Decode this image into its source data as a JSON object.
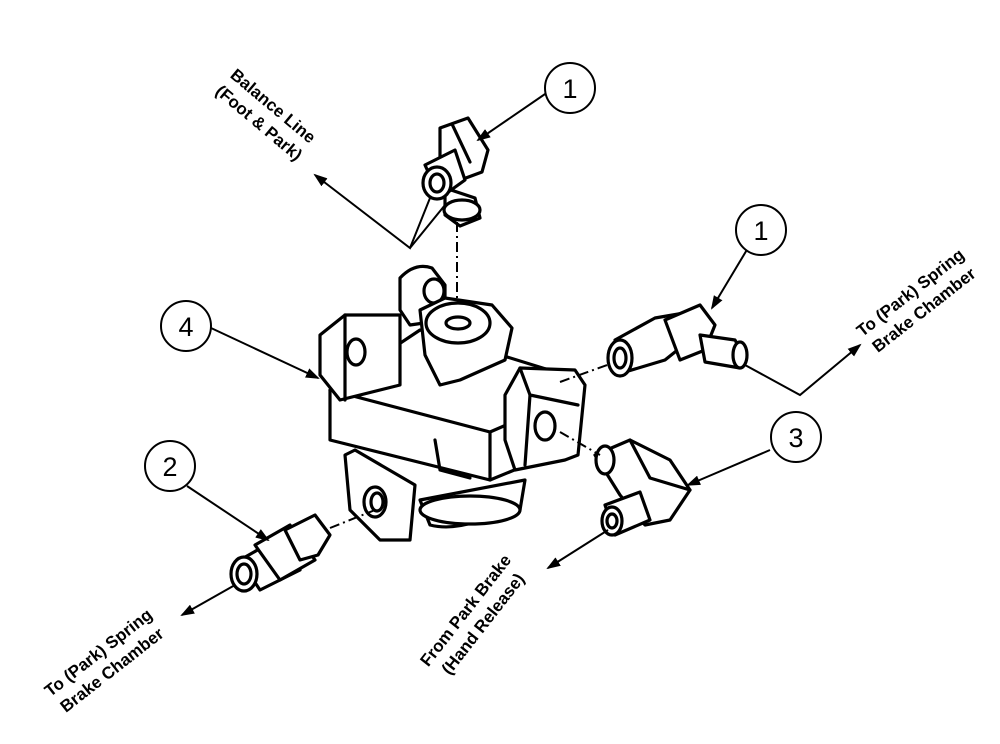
{
  "labels": {
    "balance_line_1": "Balance Line",
    "balance_line_2": "(Foot & Park)",
    "to_spring_right_1": "To (Park) Spring",
    "to_spring_right_2": "Brake Chamber",
    "to_spring_left_1": "To (Park) Spring",
    "to_spring_left_2": "Brake Chamber",
    "from_park_1": "From Park Brake",
    "from_park_2": "(Hand Release)"
  },
  "callouts": {
    "top_elbow": "1",
    "right_elbow": "1",
    "left_fitting": "2",
    "lower_right_elbow": "3",
    "valve_body": "4"
  }
}
